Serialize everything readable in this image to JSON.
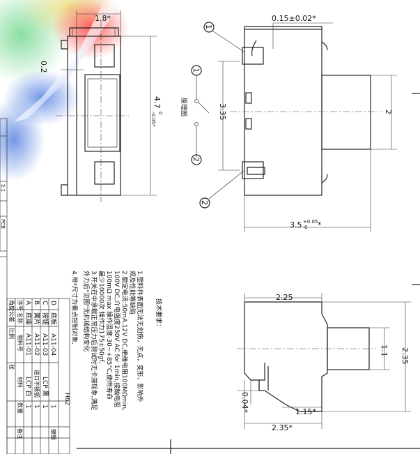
{
  "dimensions": {
    "top_width": "1.8*",
    "gap": "0.2",
    "side_length": "4.7",
    "side_length_tol_upper": "0",
    "side_length_tol_lower": "-0.05*",
    "pin_width": "0.15±0.02*",
    "body_height": "3.35",
    "knob_height": "2",
    "front_width": "3.5",
    "front_width_tol_upper": "+0.05",
    "front_width_tol_lower": "0",
    "front_width_mark": "*",
    "side_top_width": "2.25",
    "knob_side": "1.1",
    "side_total_height": "2.35",
    "side_gap": "0.04*",
    "knob_offset": "1.15*",
    "side_total_width": "2.35*"
  },
  "callouts": [
    "1",
    "1",
    "2",
    "2"
  ],
  "schematic_label": "原理图",
  "tech_requirements": {
    "heading": "技术要求：",
    "lines": [
      "1.塑料件表面无法无划伤，无点，变形，影响外",
      "观及性能等缺陷",
      "2.额定电流:50mA.12V DC,绝缘电阻100MΩmin,",
      "100V DC,介电强度250V AC for 1min,接触电阻",
      "100mΩ max 操作温度-30~+85°C,使用寿命",
      "最少10000次 操作力175±50gf,",
      "3.开关在中承载正常压力后测试时无卡滞现象,满足",
      "外力后\"见图\"无机械结构变化",
      "4.带*尺寸为重点控制对象."
    ]
  },
  "bom": {
    "extra_header": "H62",
    "rows": [
      {
        "no": "D",
        "name": "底板",
        "code": "A11-04",
        "material": "",
        "qty": "1",
        "note": "镀银"
      },
      {
        "no": "C",
        "name": "按钮",
        "code": "A11-03",
        "material": "LCP 黑",
        "qty": "1",
        "note": ""
      },
      {
        "no": "B",
        "name": "簧片",
        "code": "A11-02",
        "material": "进口不锈钢",
        "qty": "1",
        "note": ""
      },
      {
        "no": "A",
        "name": "底座",
        "code": "A11-01",
        "material": "LCP 白",
        "qty": "1",
        "note": ""
      }
    ],
    "headers": {
      "no": "序号",
      "name": "名称",
      "code": "物料号",
      "material": "材料",
      "qty": "数量",
      "note": "备注"
    },
    "footer_left": "角度公差",
    "footer_mid": "比例",
    "footer_right": "张"
  },
  "left_tabs": [
    "2:1",
    "PCB"
  ]
}
